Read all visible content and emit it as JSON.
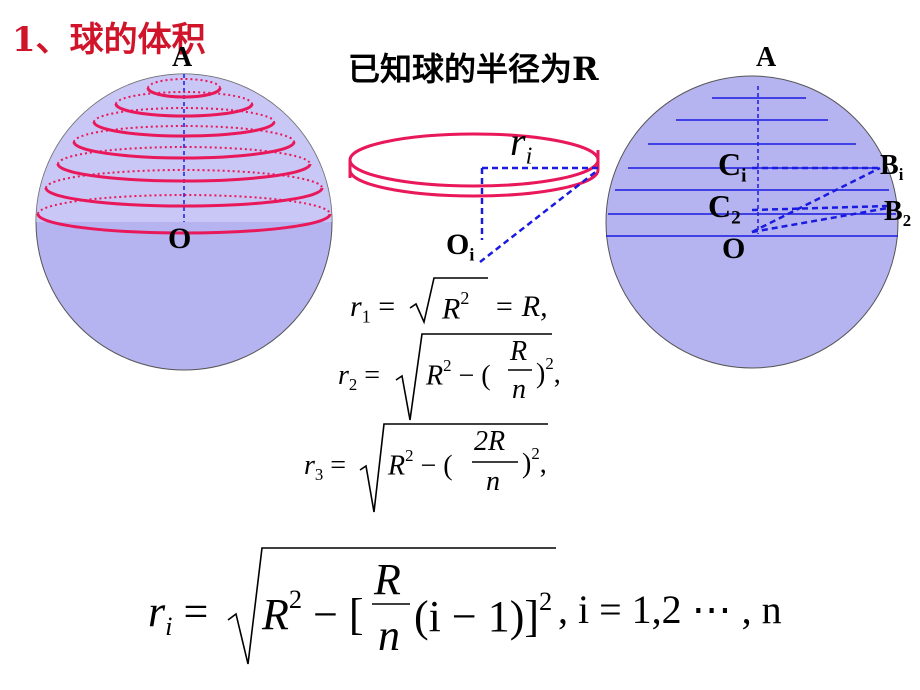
{
  "title": "1、球的体积",
  "heading": "已知球的半径为R",
  "labels": {
    "a_left": "A",
    "o_left": "O",
    "a_right": "A",
    "ci": "C",
    "ci_sub": "i",
    "c2": "C",
    "c2_sub": "2",
    "o_right": "O",
    "bi": "B",
    "bi_sub": "i",
    "b2": "B",
    "b2_sub": "2",
    "ri": "r",
    "ri_sub": "i",
    "oi": "O",
    "oi_sub": "i"
  },
  "formulas": {
    "r1_lhs": "r",
    "r1_sub": "1",
    "eq": "=",
    "r1_R": "R",
    "r1_exp": "2",
    "r1_tail": "= R,",
    "r2_lhs": "r",
    "r2_sub": "2",
    "r3_lhs": "r",
    "r3_sub": "3",
    "R2": "R",
    "exp2": "2",
    "minus_paren": "− (",
    "frac_R": "R",
    "frac_2R": "2R",
    "frac_n": "n",
    "close_sq": ")",
    "comma": ",",
    "ri_lhs": "r",
    "ri_sub": "i",
    "ri_minus": "− [",
    "ri_paren": "(i − 1)]",
    "ri_tail": ", i = 1,2 ⋯ , n"
  },
  "colors": {
    "title": "#d0142a",
    "sphere_fill": "#b6b4f0",
    "ring": "#e8185a",
    "blue_line": "#1a1ae0"
  }
}
